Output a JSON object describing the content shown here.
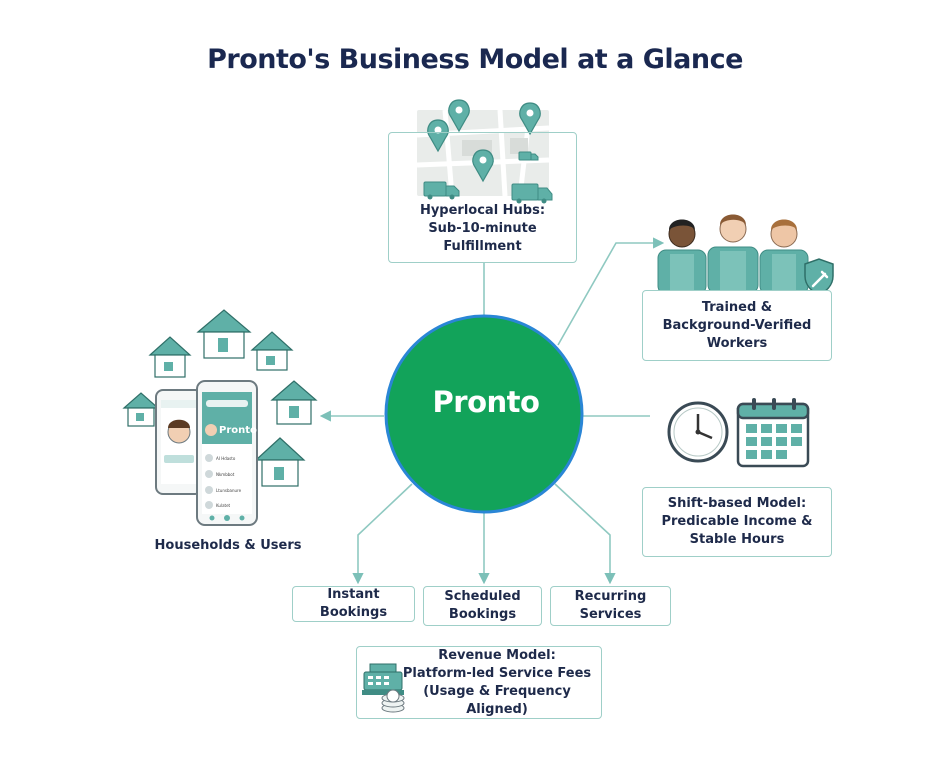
{
  "title": "Pronto's Business Model at a Glance",
  "center": {
    "label": "Pronto"
  },
  "nodes": {
    "hubs": {
      "lines": [
        "Hyperlocal Hubs:",
        "Sub-10-minute",
        "Fulfillment"
      ],
      "icon": "map-pins-trucks-icon"
    },
    "workers": {
      "lines": [
        "Trained &",
        "Background-Verified",
        "Workers"
      ],
      "icon": "workers-shield-icon"
    },
    "shift": {
      "lines": [
        "Shift-based Model:",
        "Predicable Income &",
        "Stable Hours"
      ],
      "icon": "clock-calendar-icon"
    },
    "households": {
      "label": "Households & Users",
      "icon": "houses-phones-icon"
    },
    "instant": {
      "label": "Instant Bookings"
    },
    "scheduled": {
      "lines": [
        "Scheduled",
        "Bookings"
      ]
    },
    "recurring": {
      "lines": [
        "Recurring",
        "Services"
      ]
    },
    "revenue": {
      "lines": [
        "Revenue Model:",
        "Platform-led Service Fees",
        "(Usage & Frequency Aligned)"
      ],
      "icon": "cash-register-icon"
    }
  },
  "phone": {
    "app_name": "Pronto",
    "rows": [
      "AI Hdasto",
      "Nkmbbot",
      "Ltunsbanure",
      "Kulatet"
    ]
  },
  "colors": {
    "teal": "#5fb0a7",
    "teal_dark": "#3f8c84",
    "border": "#9fcfc8",
    "center_green": "#12a35a",
    "navy": "#1a2850"
  }
}
